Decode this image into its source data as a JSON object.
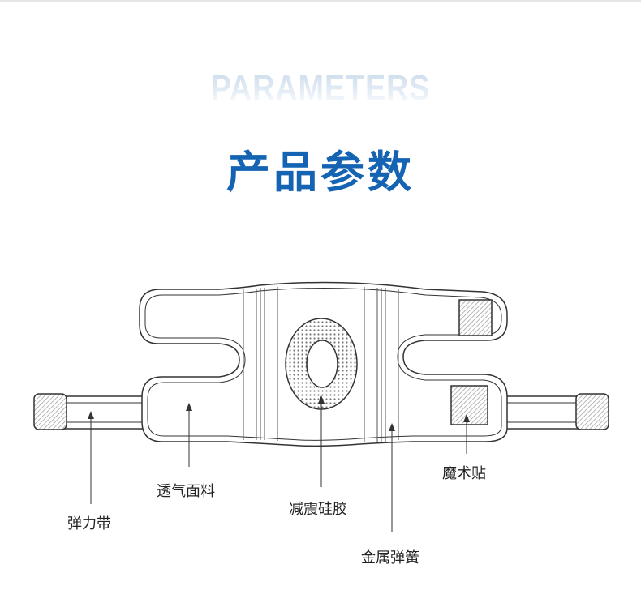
{
  "header": {
    "bg_title": "PARAMETERS",
    "title": "产品参数"
  },
  "labels": {
    "elastic_band": "弹力带",
    "breathable_fabric": "透气面料",
    "silicone_pad": "减震硅胶",
    "metal_spring": "金属弹簧",
    "velcro": "魔术贴"
  },
  "colors": {
    "title_blue": "#1464b3",
    "outline": "#333333"
  }
}
